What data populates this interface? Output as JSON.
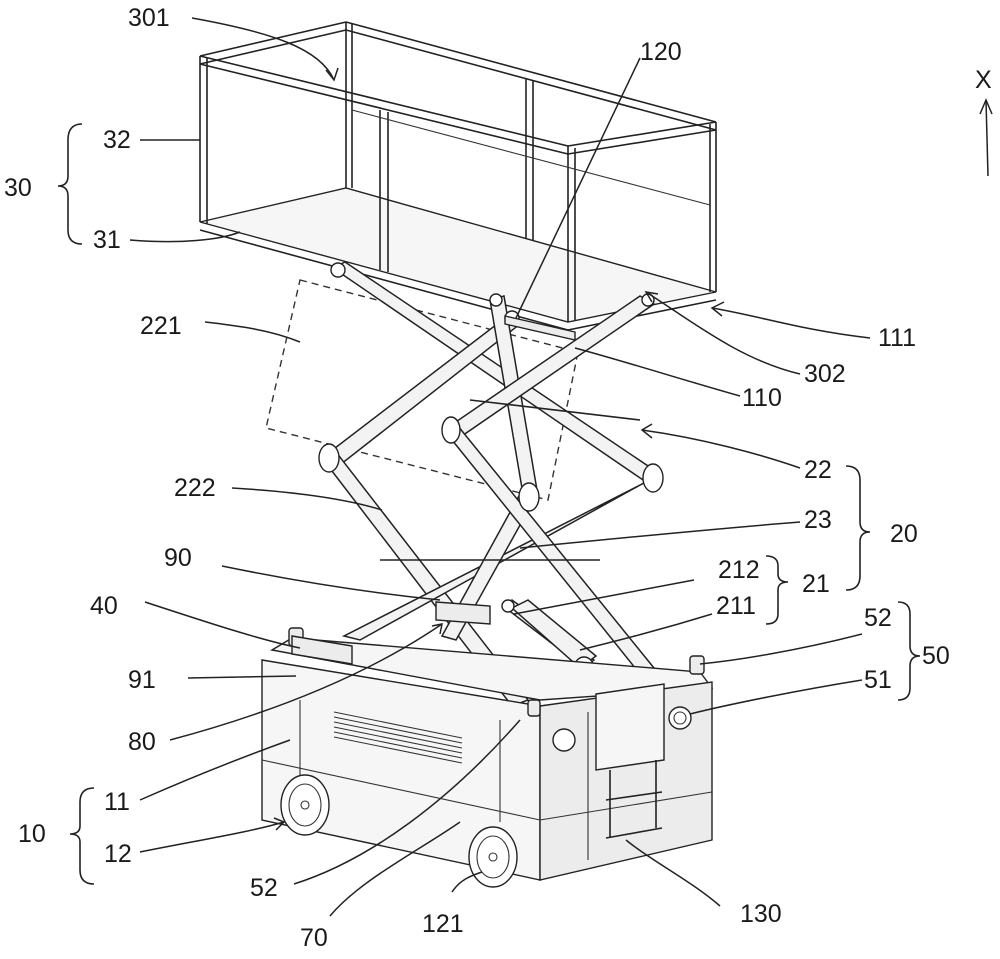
{
  "axis": {
    "label": "X"
  },
  "labels": {
    "l301": "301",
    "l120": "120",
    "l32": "32",
    "l30": "30",
    "l31": "31",
    "l221": "221",
    "l111": "111",
    "l302": "302",
    "l110": "110",
    "l22": "22",
    "l222": "222",
    "l23": "23",
    "l20": "20",
    "l90": "90",
    "l212": "212",
    "l21": "21",
    "l40": "40",
    "l211": "211",
    "l52a": "52",
    "l50": "50",
    "l91": "91",
    "l51": "51",
    "l80": "80",
    "l11": "11",
    "l10": "10",
    "l12": "12",
    "l52b": "52",
    "l130": "130",
    "l121": "121",
    "l70": "70"
  }
}
